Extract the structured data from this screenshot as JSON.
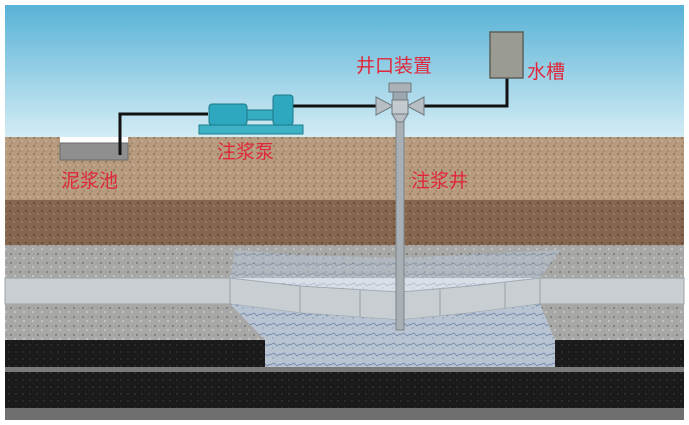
{
  "labels": {
    "wellhead": "井口装置",
    "water_tank": "水槽",
    "mud_pit": "泥浆池",
    "grout_pump": "注浆泵",
    "grout_well": "注浆井"
  },
  "colors": {
    "sky_top": "#5ab4d8",
    "sky_bottom": "#cde9f3",
    "label": "#e0283a",
    "pipe": "#111111",
    "pump": "#2fa7bd",
    "soil_top": "#b89c80",
    "soil_mid": "#8a6a55",
    "gravel": "#a9a9a7",
    "slab": "#c9cfd2",
    "coal": "#1b1b1b",
    "fracture_fill": "#b3c0cf"
  }
}
